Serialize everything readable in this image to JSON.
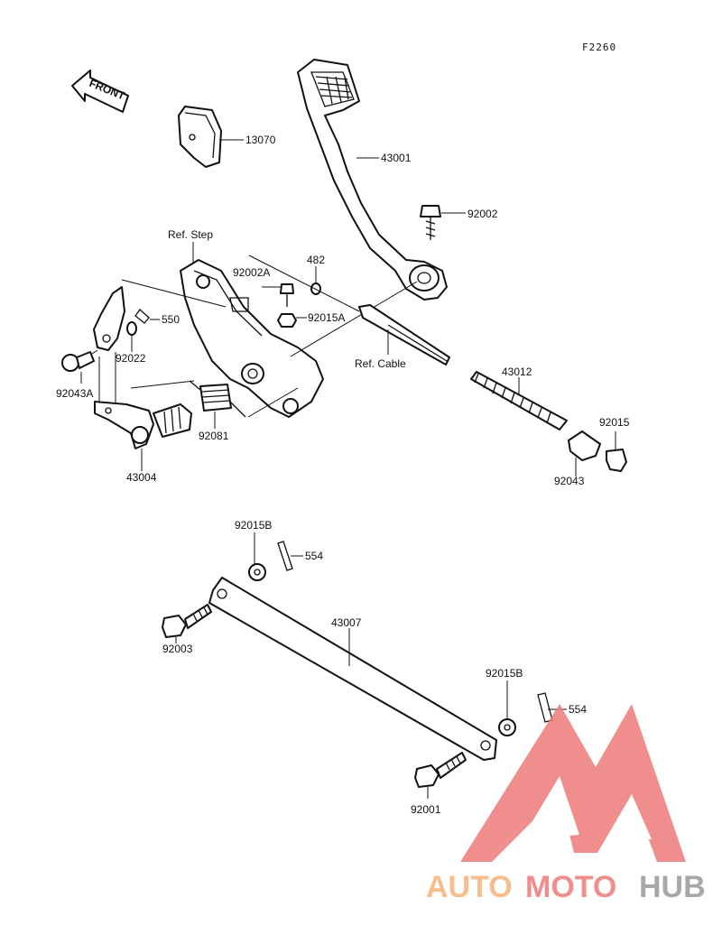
{
  "diagram_code": "F2260",
  "front_arrow": "FRONT",
  "labels": {
    "p13070": "13070",
    "p43001": "43001",
    "p92002": "92002",
    "ref_step": "Ref. Step",
    "p482": "482",
    "p92002A": "92002A",
    "p92015A": "92015A",
    "p550": "550",
    "p92022": "92022",
    "p92043A": "92043A",
    "ref_cable": "Ref. Cable",
    "p43012": "43012",
    "p92015": "92015",
    "p92043": "92043",
    "p92081": "92081",
    "p43004": "43004",
    "p92015B_top": "92015B",
    "p554_top": "554",
    "p43007": "43007",
    "p92003": "92003",
    "p92015B_bottom": "92015B",
    "p554_bottom": "554",
    "p92001": "92001"
  },
  "watermark": {
    "part1": "AUTO",
    "part2": "MOTO",
    "part3": "HUB",
    "color_orange": "#f7b27a",
    "color_red": "#ee7b7b",
    "color_gray": "#9a9a9a"
  }
}
